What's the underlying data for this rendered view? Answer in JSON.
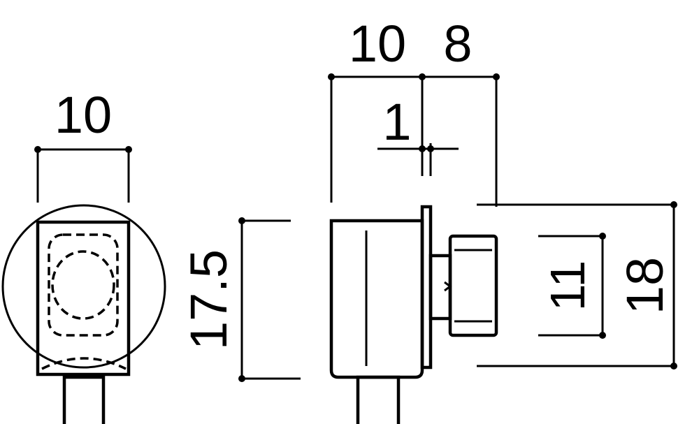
{
  "dimensions": {
    "front_width": "10",
    "side_body_width": "10",
    "side_projection": "8",
    "flange_thickness": "1",
    "body_height": "17.5",
    "knob_height": "11",
    "overall_height": "18"
  },
  "colors": {
    "line": "#000000",
    "background": "#ffffff"
  }
}
